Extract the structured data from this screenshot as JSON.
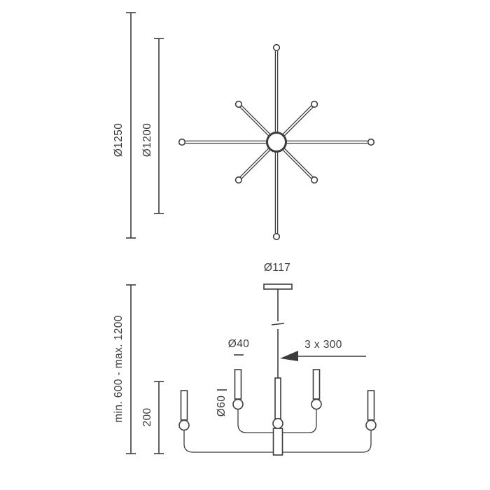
{
  "colors": {
    "line": "#3c3c3c",
    "background": "#ffffff"
  },
  "top_view": {
    "outer_diameter_label": "Ø1250",
    "inner_diameter_label": "Ø1200"
  },
  "side_view": {
    "canopy_diameter_label": "Ø117",
    "suspension_height_label": "min. 600 - max. 1200",
    "candle_section_label": "200",
    "tube_diameter_label": "Ø40",
    "arm_length_label": "3 x 300",
    "sphere_diameter_label": "Ø60"
  }
}
